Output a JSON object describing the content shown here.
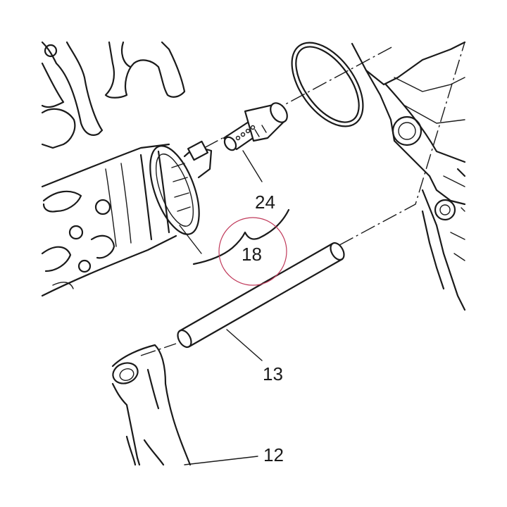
{
  "labels": {
    "part_24": "24",
    "part_18": "18",
    "part_13": "13",
    "part_12": "12"
  },
  "highlight_color": "#c0395a",
  "ink_color": "#1a1a1a"
}
